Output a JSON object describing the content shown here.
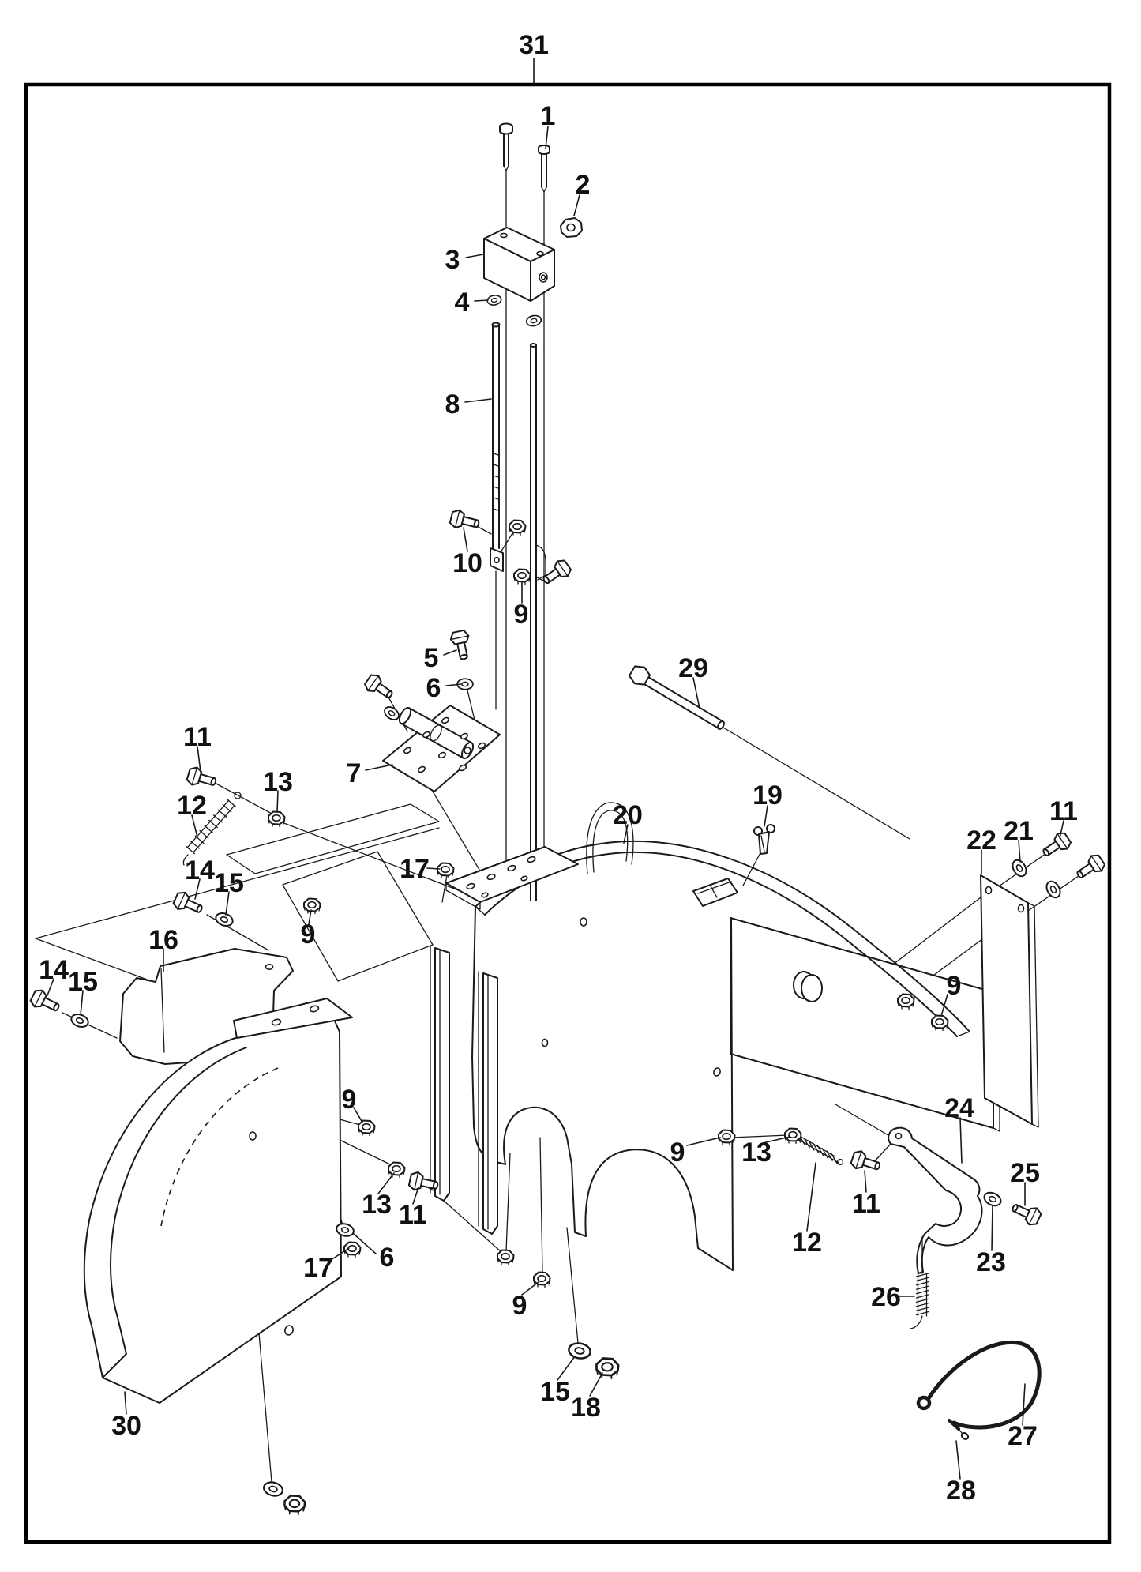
{
  "diagram": {
    "type": "exploded-parts-diagram",
    "description_visible_text_only": true,
    "colors": {
      "line": "#1a1a1a",
      "background": "#ffffff",
      "border": "#000000"
    }
  },
  "callouts": [
    {
      "text": "31"
    },
    {
      "text": "1"
    },
    {
      "text": "2"
    },
    {
      "text": "3"
    },
    {
      "text": "4"
    },
    {
      "text": "8"
    },
    {
      "text": "10"
    },
    {
      "text": "9"
    },
    {
      "text": "5"
    },
    {
      "text": "6"
    },
    {
      "text": "7"
    },
    {
      "text": "29"
    },
    {
      "text": "19"
    },
    {
      "text": "20"
    },
    {
      "text": "11"
    },
    {
      "text": "12"
    },
    {
      "text": "13"
    },
    {
      "text": "14"
    },
    {
      "text": "15"
    },
    {
      "text": "16"
    },
    {
      "text": "9"
    },
    {
      "text": "14"
    },
    {
      "text": "15"
    },
    {
      "text": "17"
    },
    {
      "text": "9"
    },
    {
      "text": "13"
    },
    {
      "text": "11"
    },
    {
      "text": "6"
    },
    {
      "text": "17"
    },
    {
      "text": "30"
    },
    {
      "text": "9"
    },
    {
      "text": "15"
    },
    {
      "text": "18"
    },
    {
      "text": "9"
    },
    {
      "text": "13"
    },
    {
      "text": "12"
    },
    {
      "text": "11"
    },
    {
      "text": "9"
    },
    {
      "text": "22"
    },
    {
      "text": "21"
    },
    {
      "text": "11"
    },
    {
      "text": "24"
    },
    {
      "text": "25"
    },
    {
      "text": "23"
    },
    {
      "text": "26"
    },
    {
      "text": "27"
    },
    {
      "text": "28"
    }
  ]
}
